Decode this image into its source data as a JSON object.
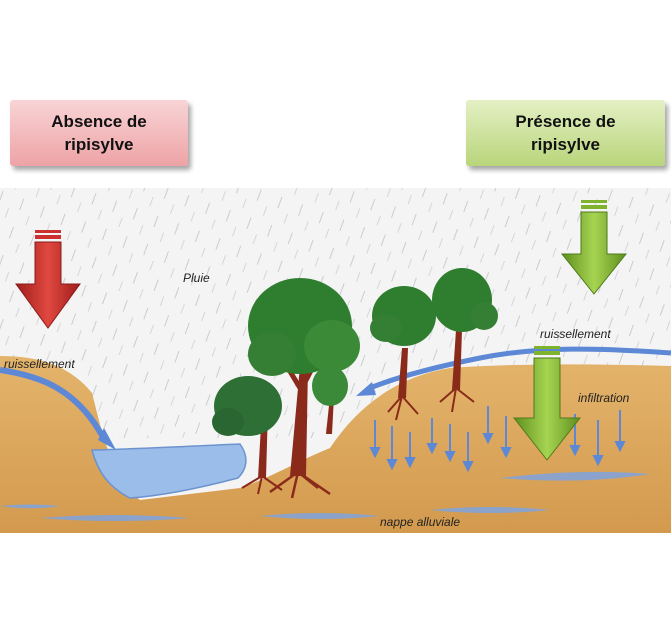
{
  "labels": {
    "absence": "Absence de\nripisylve",
    "presence": "Présence de\nripisylve"
  },
  "diagram": {
    "rain": "Pluie",
    "runoff_left": "ruissellement",
    "runoff_right": "ruissellement",
    "infiltration": "infiltration",
    "aquifer": "nappe alluviale"
  },
  "colors": {
    "absence_arrow": "#cc2f2f",
    "presence_arrow": "#7fb32e",
    "soil": "#d9a35a",
    "water": "#8fb4e6",
    "tree_canopy": "#2f7d2f",
    "trunk": "#8a2a1a"
  }
}
